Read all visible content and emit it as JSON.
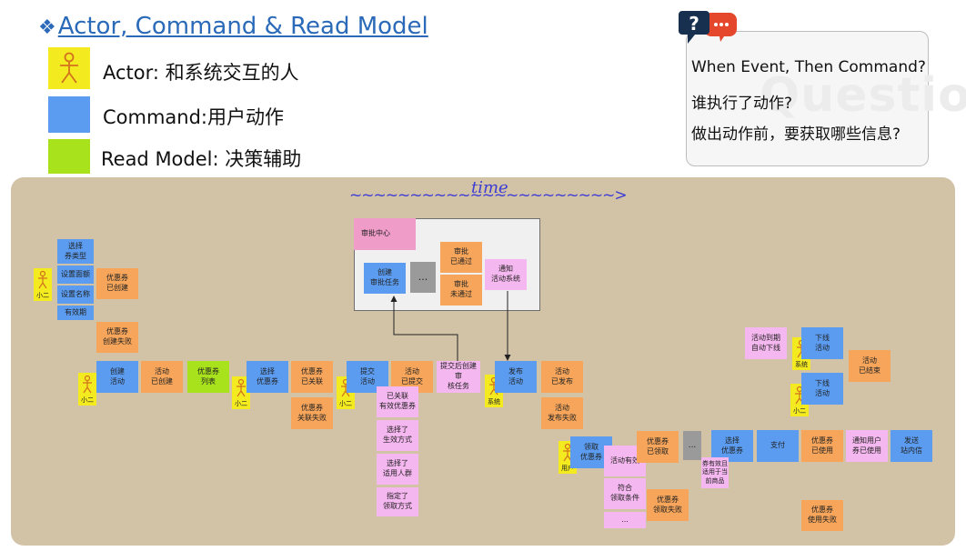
{
  "header": {
    "title": "Actor, Command & Read Model",
    "bullet": "❖"
  },
  "legend": [
    {
      "label": "Actor: 和系统交互的人",
      "color": "#f3ea20"
    },
    {
      "label": "Command:用户动作",
      "color": "#5b9cf0"
    },
    {
      "label": "Read Model: 决策辅助",
      "color": "#a8e21c"
    }
  ],
  "question": {
    "watermark": "Question",
    "lines": [
      "When Event, Then Command?",
      "谁执行了动作?",
      "做出动作前，要获取哪些信息?"
    ]
  },
  "board": {
    "time_label": "time",
    "time_arrow": "~~~~~~~~~~~~~~~~~~~~~~>"
  },
  "colors": {
    "command": "#5b9cf0",
    "event": "#f6a55a",
    "info": "#f5b7ef",
    "read_model": "#a8e21c",
    "actor": "#f3ea20",
    "board": "#d2c2a6"
  },
  "approval": {
    "center": "审批中心",
    "create_task": "创建\n审批任务",
    "ellipsis": "...",
    "approved": "审批\n已通过",
    "rejected": "审批\n未通过",
    "notify": "通知\n活动系统"
  },
  "notes": {
    "select_type": "选择\n券类型",
    "set_amount": "设置面额",
    "set_name": "设置名称",
    "validity": "有效期",
    "coupon_created": "优惠券\n已创建",
    "coupon_create_failed": "优惠券\n创建失败",
    "create_activity": "创建\n活动",
    "activity_created": "活动\n已创建",
    "coupon_list": "优惠券\n列表",
    "select_coupon": "选择\n优惠券",
    "coupon_linked": "优惠券\n已关联",
    "coupon_link_failed": "优惠券\n关联失败",
    "submit_activity": "提交\n活动",
    "activity_submitted": "活动\n已提交",
    "linked_valid_coupon": "已关联\n有效优惠券",
    "selected_effect_mode": "选择了\n生效方式",
    "selected_audience": "选择了\n适用人群",
    "set_claim_mode": "指定了\n领取方式",
    "after_submit_create_task": "提交后创建审\n核任务",
    "publish_activity": "发布\n活动",
    "activity_published": "活动\n已发布",
    "activity_publish_failed": "活动\n发布失败",
    "activity_expired_auto_offline": "活动到期\n自动下线",
    "offline_activity_1": "下线\n活动",
    "offline_activity_2": "下线\n活动",
    "activity_ended": "活动\n已结束",
    "claim_coupon": "领取\n优惠券",
    "activity_valid": "活动有效",
    "meet_claim_conditions": "符合\n领取条件",
    "more_ellipsis": "...",
    "coupon_claimed": "优惠券\n已领取",
    "coupon_claim_failed": "优惠券\n领取失败",
    "mid_ellipsis": "...",
    "select_coupon_2": "选择\n优惠券",
    "coupon_valid_applicable": "券有效且\n适用于当\n前商品",
    "pay": "支付",
    "coupon_used": "优惠券\n已使用",
    "notify_user_used": "通知用户\n券已使用",
    "send_message": "发送\n站内信",
    "coupon_use_failed": "优惠券\n使用失败"
  },
  "actors": {
    "a1": "小二",
    "a2": "小二",
    "a3": "小二",
    "a4": "小二",
    "system1": "系统",
    "system2": "系统",
    "user": "用户",
    "a5": "小二"
  }
}
